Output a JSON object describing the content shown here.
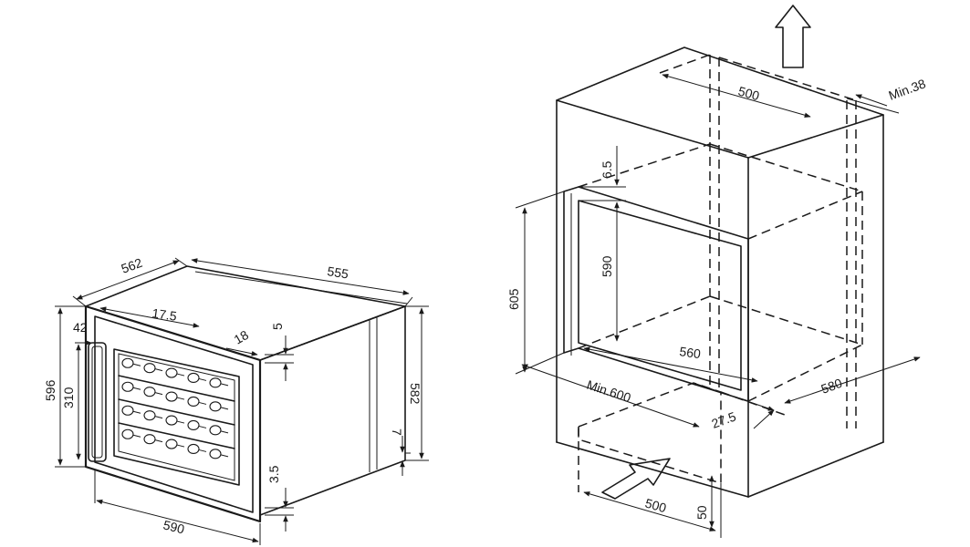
{
  "unit_dimensions": {
    "depth": "562",
    "depth_with_door": "555",
    "door_offset": "17.5",
    "height": "596",
    "handle_height": "310",
    "handle_offset": "42",
    "side_gap": "18",
    "top_gap": "5",
    "cabinet_height": "582",
    "bottom_gap": "3.5",
    "rear_gap": "7",
    "width": "590"
  },
  "installation": {
    "cutout_depth": "500",
    "min_gap": "Min.38",
    "top_offset": "6.5",
    "cutout_height": "605",
    "inner_height": "590",
    "inner_width": "560",
    "outer_width": "580",
    "min_width": "Min.600",
    "base_gap": "27.5",
    "vent_width": "500",
    "vent_depth": "50"
  }
}
